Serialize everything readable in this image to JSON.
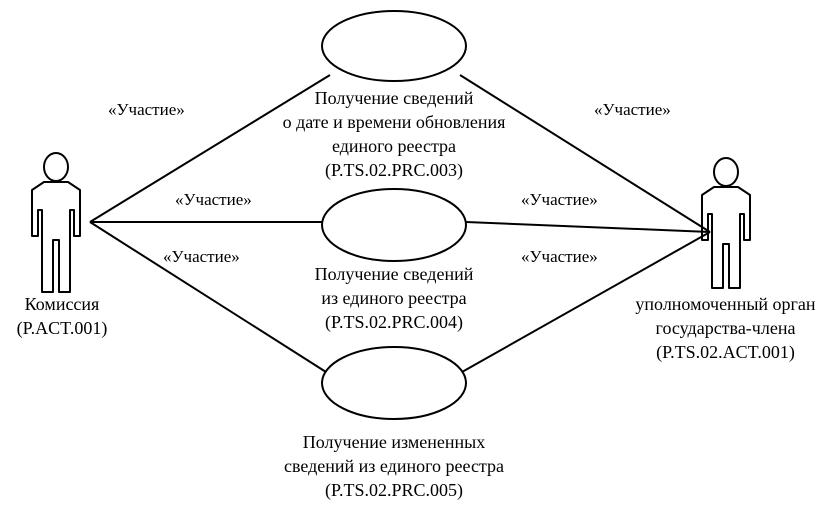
{
  "actors": [
    {
      "name": "Комиссия",
      "code": "(P.ACT.001)"
    },
    {
      "lines": [
        "уполномоченный орган",
        "государства-члена"
      ],
      "code": "(P.TS.02.ACT.001)"
    }
  ],
  "use_cases": [
    {
      "lines": [
        "Получение сведений",
        "о дате и времени обновления",
        "единого реестра"
      ],
      "code": "(P.TS.02.PRC.003)"
    },
    {
      "lines": [
        "Получение сведений",
        "из единого реестра"
      ],
      "code": "(P.TS.02.PRC.004)"
    },
    {
      "lines": [
        "Получение измененных",
        "сведений из единого реестра"
      ],
      "code": "(P.TS.02.PRC.005)"
    }
  ],
  "association_label": "«Участие»"
}
